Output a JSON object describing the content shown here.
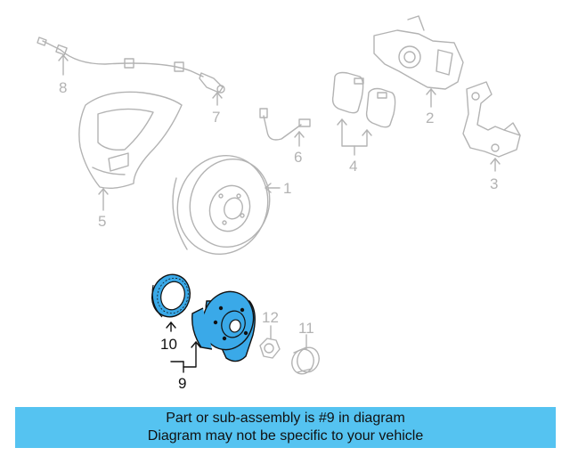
{
  "callouts": {
    "c1": "1",
    "c2": "2",
    "c3": "3",
    "c4": "4",
    "c5": "5",
    "c6": "6",
    "c7": "7",
    "c8": "8",
    "c9": "9",
    "c10": "10",
    "c11": "11",
    "c12": "12"
  },
  "highlighted_part": "9",
  "colors": {
    "banner": "#55c3f1",
    "highlight": "#3aa9e8",
    "faint_line": "#b3b3b3",
    "text": "#111111"
  },
  "banner": {
    "line1": "Part or sub-assembly is #9 in diagram",
    "line2": "Diagram may not be specific to your vehicle"
  }
}
